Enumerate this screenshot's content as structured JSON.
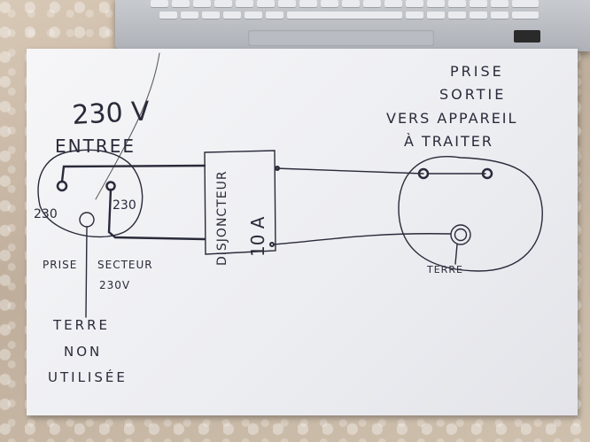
{
  "labels": {
    "voltage": "230 V",
    "input": "ENTREE",
    "pin_left": "230",
    "pin_right": "230",
    "socket_caption_1": "PRISE",
    "socket_caption_2": "SECTEUR",
    "socket_caption_3": "230V",
    "earth_note_1": "TERRE",
    "earth_note_2": "NON",
    "earth_note_3": "UTILISÉE",
    "breaker_1": "DISJONCTEUR",
    "breaker_2": "10 A",
    "output_1": "PRISE",
    "output_2": "SORTIE",
    "output_3": "VERS APPAREIL",
    "output_4": "À TRAITER",
    "output_earth": "TERRE"
  },
  "colors": {
    "ink": "#2a2a3a",
    "paper": "#f2f2f5"
  }
}
